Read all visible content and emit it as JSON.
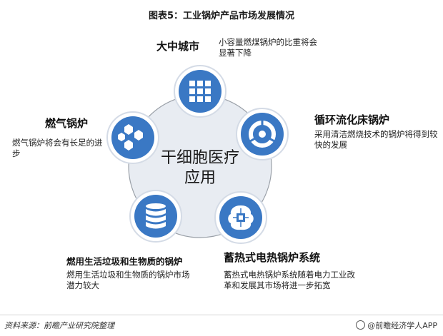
{
  "title": "图表5：工业锅炉产品市场发展情况",
  "center": {
    "line1": "干细胞医疗",
    "line2": "应用"
  },
  "nodes": [
    {
      "title": "大中城市",
      "desc": "小容量燃煤锅炉的比重将会显著下降",
      "icon": "grid-icon"
    },
    {
      "title": "循环流化床锅炉",
      "desc": "采用清洁燃烧技术的锅炉将得到较快的发展",
      "icon": "circle-segments-icon"
    },
    {
      "title": "蓄热式电热锅炉系统",
      "desc": "蓄热式电热锅炉系统随着电力工业改革和发展其市场将进一步拓宽",
      "icon": "brain-chip-icon"
    },
    {
      "title": "燃用生活垃圾和生物质的锅炉",
      "desc": "燃用生活垃圾和生物质的锅炉市场潜力较大",
      "icon": "database-icon"
    },
    {
      "title": "燃气锅炉",
      "desc": "燃气锅炉将会有长足的进步",
      "icon": "hexagon-molecule-icon"
    }
  ],
  "footer": {
    "source": "资料来源：前瞻产业研究院整理",
    "credit": "@前瞻经济学人APP"
  },
  "colors": {
    "accent": "#3a78c4",
    "icon_dark": "#2c64b3",
    "center_fill": "#e8ecf2",
    "ring": "#9aa0a8"
  }
}
